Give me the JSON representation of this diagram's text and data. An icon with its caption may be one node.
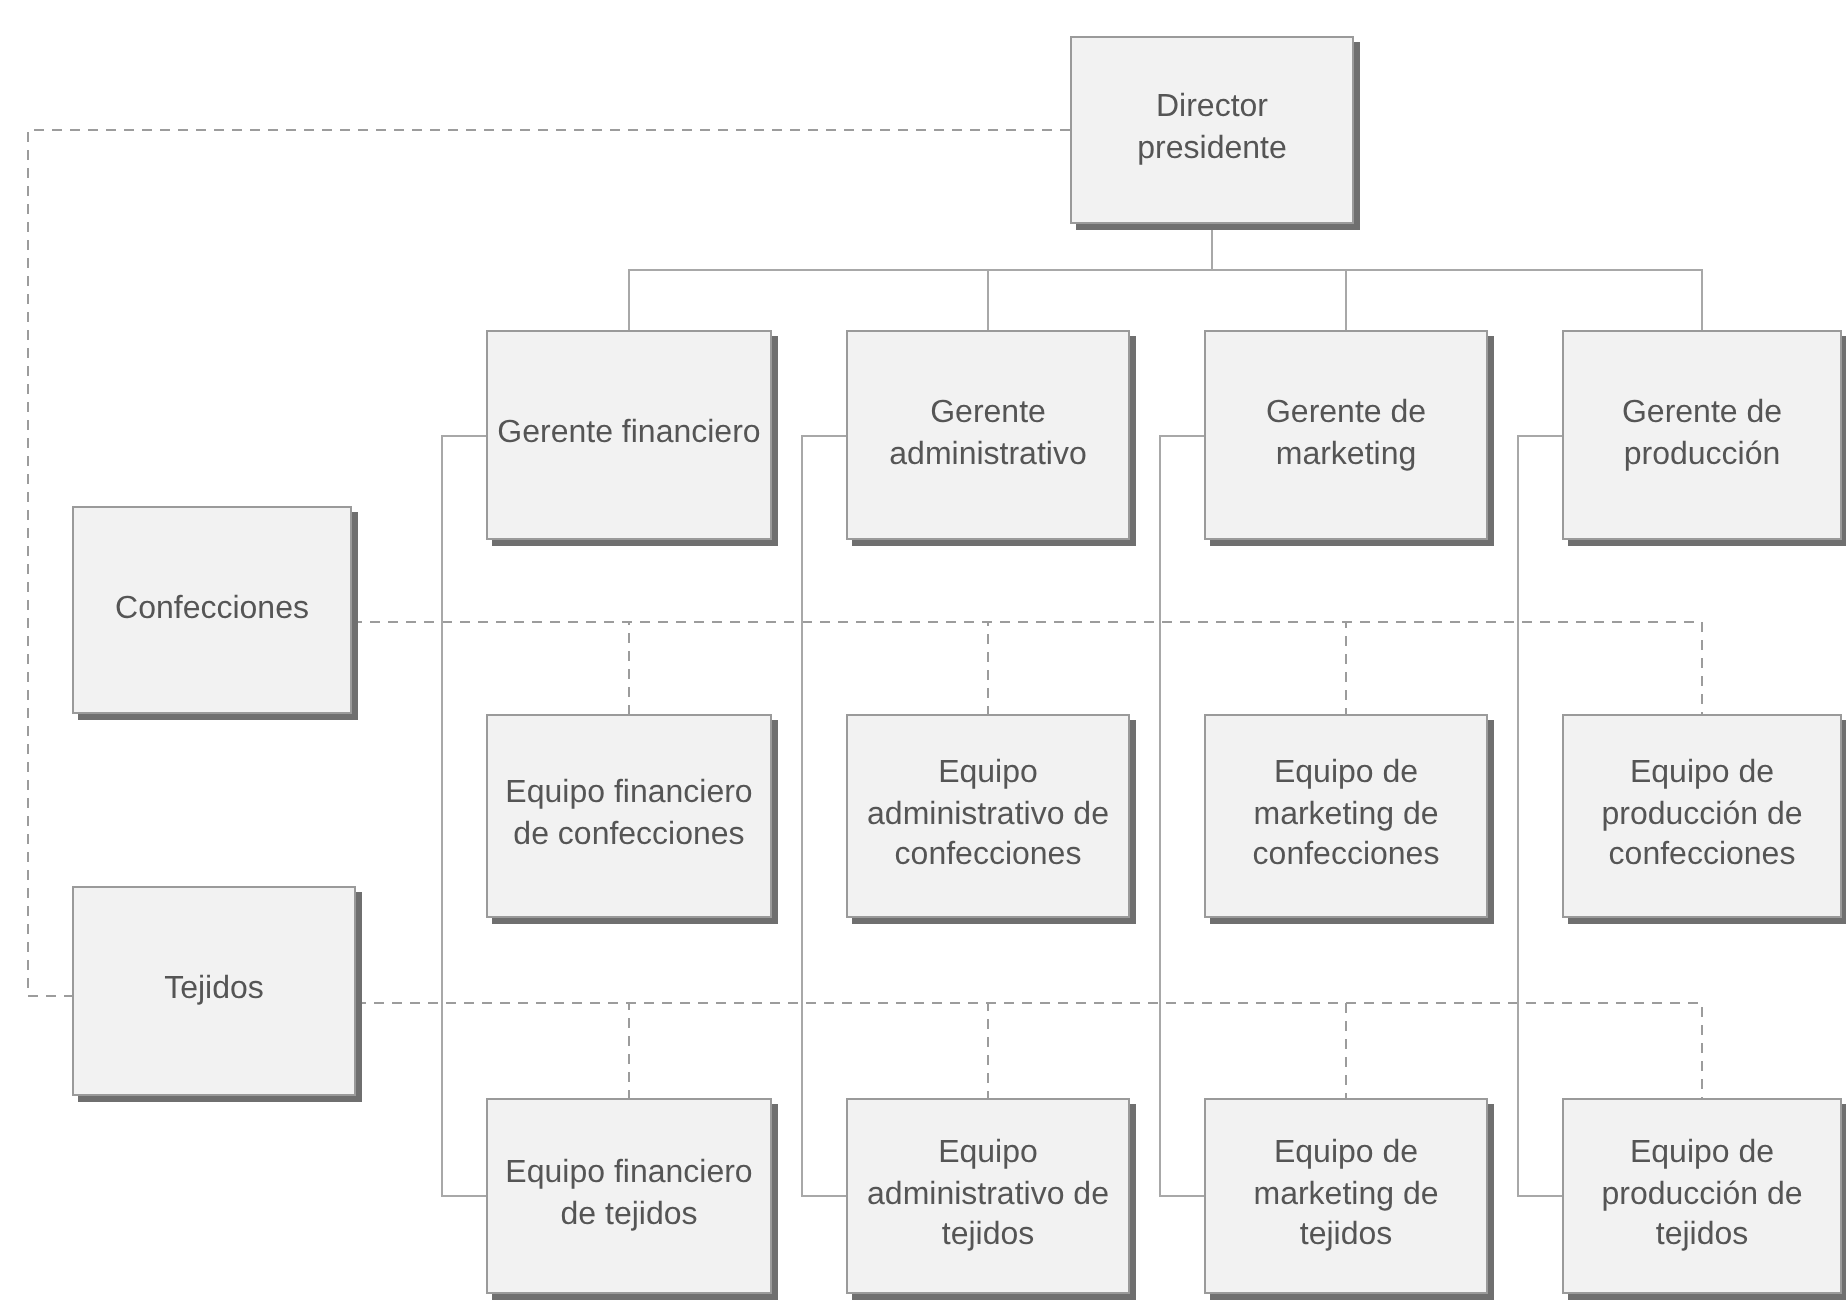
{
  "diagram": {
    "nodes": [
      {
        "text": [
          "Director presidente"
        ]
      },
      {
        "text": [
          "Gerente financiero"
        ]
      },
      {
        "text": [
          "Gerente administrativo"
        ]
      },
      {
        "text": [
          "Gerente de marketing"
        ]
      },
      {
        "text": [
          "Gerente de producción"
        ]
      },
      {
        "text": [
          "Confecciones"
        ]
      },
      {
        "text": [
          "Equipo financiero de confecciones"
        ]
      },
      {
        "text": [
          "Equipo administrativo de confecciones"
        ]
      },
      {
        "text": [
          "Equipo de marketing de confecciones"
        ]
      },
      {
        "text": [
          "Equipo de producción de confecciones"
        ]
      },
      {
        "text": [
          "Tejidos"
        ]
      },
      {
        "text": [
          "Equipo financiero de tejidos"
        ]
      },
      {
        "text": [
          "Equipo administrativo de tejidos"
        ]
      },
      {
        "text": [
          "Equipo de marketing de tejidos"
        ]
      },
      {
        "text": [
          "Equipo de producción de tejidos"
        ]
      }
    ],
    "edges": [
      {
        "from": 0,
        "to": 1,
        "arrow": "none"
      },
      {
        "from": 0,
        "to": 2,
        "arrow": "none"
      },
      {
        "from": 0,
        "to": 3,
        "arrow": "none"
      },
      {
        "from": 0,
        "to": 4,
        "arrow": "none"
      },
      {
        "from": 0,
        "to": 10,
        "arrow": "none",
        "style": "dashed"
      },
      {
        "from": 5,
        "to": 6,
        "arrow": "none",
        "style": "dashed"
      },
      {
        "from": 5,
        "to": 7,
        "arrow": "none",
        "style": "dashed"
      },
      {
        "from": 5,
        "to": 8,
        "arrow": "none",
        "style": "dashed"
      },
      {
        "from": 5,
        "to": 9,
        "arrow": "none",
        "style": "dashed"
      },
      {
        "from": 10,
        "to": 11,
        "arrow": "none",
        "style": "dashed"
      },
      {
        "from": 10,
        "to": 12,
        "arrow": "none",
        "style": "dashed"
      },
      {
        "from": 10,
        "to": 13,
        "arrow": "none",
        "style": "dashed"
      },
      {
        "from": 10,
        "to": 14,
        "arrow": "none",
        "style": "dashed"
      },
      {
        "from": 1,
        "to": 11,
        "arrow": "none"
      },
      {
        "from": 2,
        "to": 12,
        "arrow": "none"
      },
      {
        "from": 3,
        "to": 13,
        "arrow": "none"
      },
      {
        "from": 4,
        "to": 14,
        "arrow": "none"
      }
    ]
  }
}
